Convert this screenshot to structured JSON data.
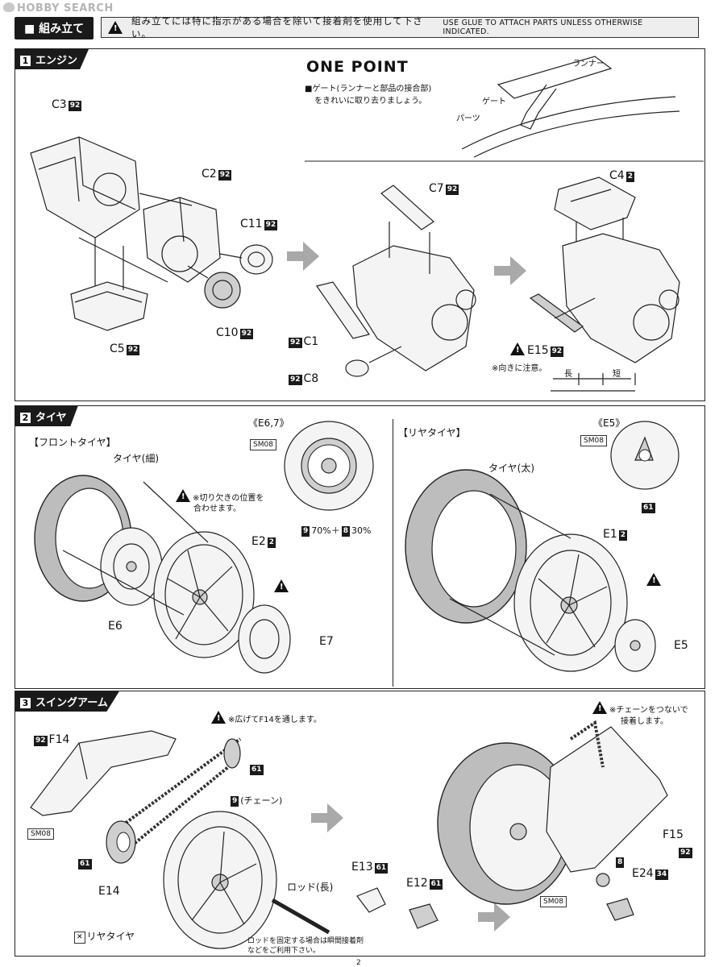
{
  "header": {
    "watermark": "HOBBY SEARCH",
    "title": "組み立て",
    "glue_note_jp": "組み立てには特に指示がある場合を除いて接着剤を使用して下さい。",
    "glue_note_en": "USE GLUE TO ATTACH PARTS UNLESS OTHERWISE INDICATED."
  },
  "section1": {
    "num": "1",
    "title": "エンジン",
    "one_point": {
      "title": "ONE POINT",
      "text_line1": "■ゲート(ランナーと部品の接合部)",
      "text_line2": "をきれいに取り去りましょう。",
      "label_runner": "ランナー",
      "label_gate": "ゲート",
      "label_parts": "パーツ"
    },
    "labels": {
      "C3": "C3",
      "C3_color": "92",
      "C2": "C2",
      "C2_color": "92",
      "C11": "C11",
      "C11_color": "92",
      "C10": "C10",
      "C10_color": "92",
      "C5": "C5",
      "C5_color": "92",
      "C7": "C7",
      "C7_color": "92",
      "C1": "C1",
      "C1_color": "92",
      "C8": "C8",
      "C8_color": "92",
      "C4": "C4",
      "C4_color": "2",
      "E15": "E15",
      "E15_color": "92"
    },
    "e15_note": "※向きに注意。",
    "long_label": "長",
    "short_label": "短"
  },
  "section2": {
    "num": "2",
    "title": "タイヤ",
    "front_title": "【フロントタイヤ】",
    "rear_title": "【リヤタイヤ】",
    "front_tire_label": "タイヤ(細)",
    "rear_tire_label": "タイヤ(太)",
    "e67_label": "《E6,7》",
    "e5_label": "《E5》",
    "sm08": "SM08",
    "notch_note_line1": "※切り欠きの位置を",
    "notch_note_line2": "合わせます。",
    "mix_color1": "9",
    "mix_pct1": "70%＋",
    "mix_color2": "8",
    "mix_pct2": "30%",
    "E2": "E2",
    "E2_color": "2",
    "E6": "E6",
    "E7": "E7",
    "E1": "E1",
    "E1_color": "2",
    "E5": "E5",
    "E5_color": "61"
  },
  "section3": {
    "num": "3",
    "title": "スイングアーム",
    "F14": "F14",
    "F14_color": "92",
    "widen_note": "※広げてF14を通します。",
    "chain_color": "9",
    "chain_label": "(チェーン)",
    "sprocket_color": "61",
    "sm08": "SM08",
    "E14": "E14",
    "E14_color": "61",
    "rod_label": "ロッド(長)",
    "rear_tire_label": "リヤタイヤ",
    "rod_note_line1": "ロッドを固定する場合は瞬間接着剤",
    "rod_note_line2": "などをご利用下さい。",
    "E13": "E13",
    "E13_color": "61",
    "E12": "E12",
    "E12_color": "61",
    "chain_connect_line1": "※チェーンをつないで",
    "chain_connect_line2": "接着します。",
    "F15": "F15",
    "F15_color": "92",
    "E24": "E24",
    "E24_color": "34",
    "e24_paint": "8"
  },
  "footer": {
    "page_number": "2"
  }
}
